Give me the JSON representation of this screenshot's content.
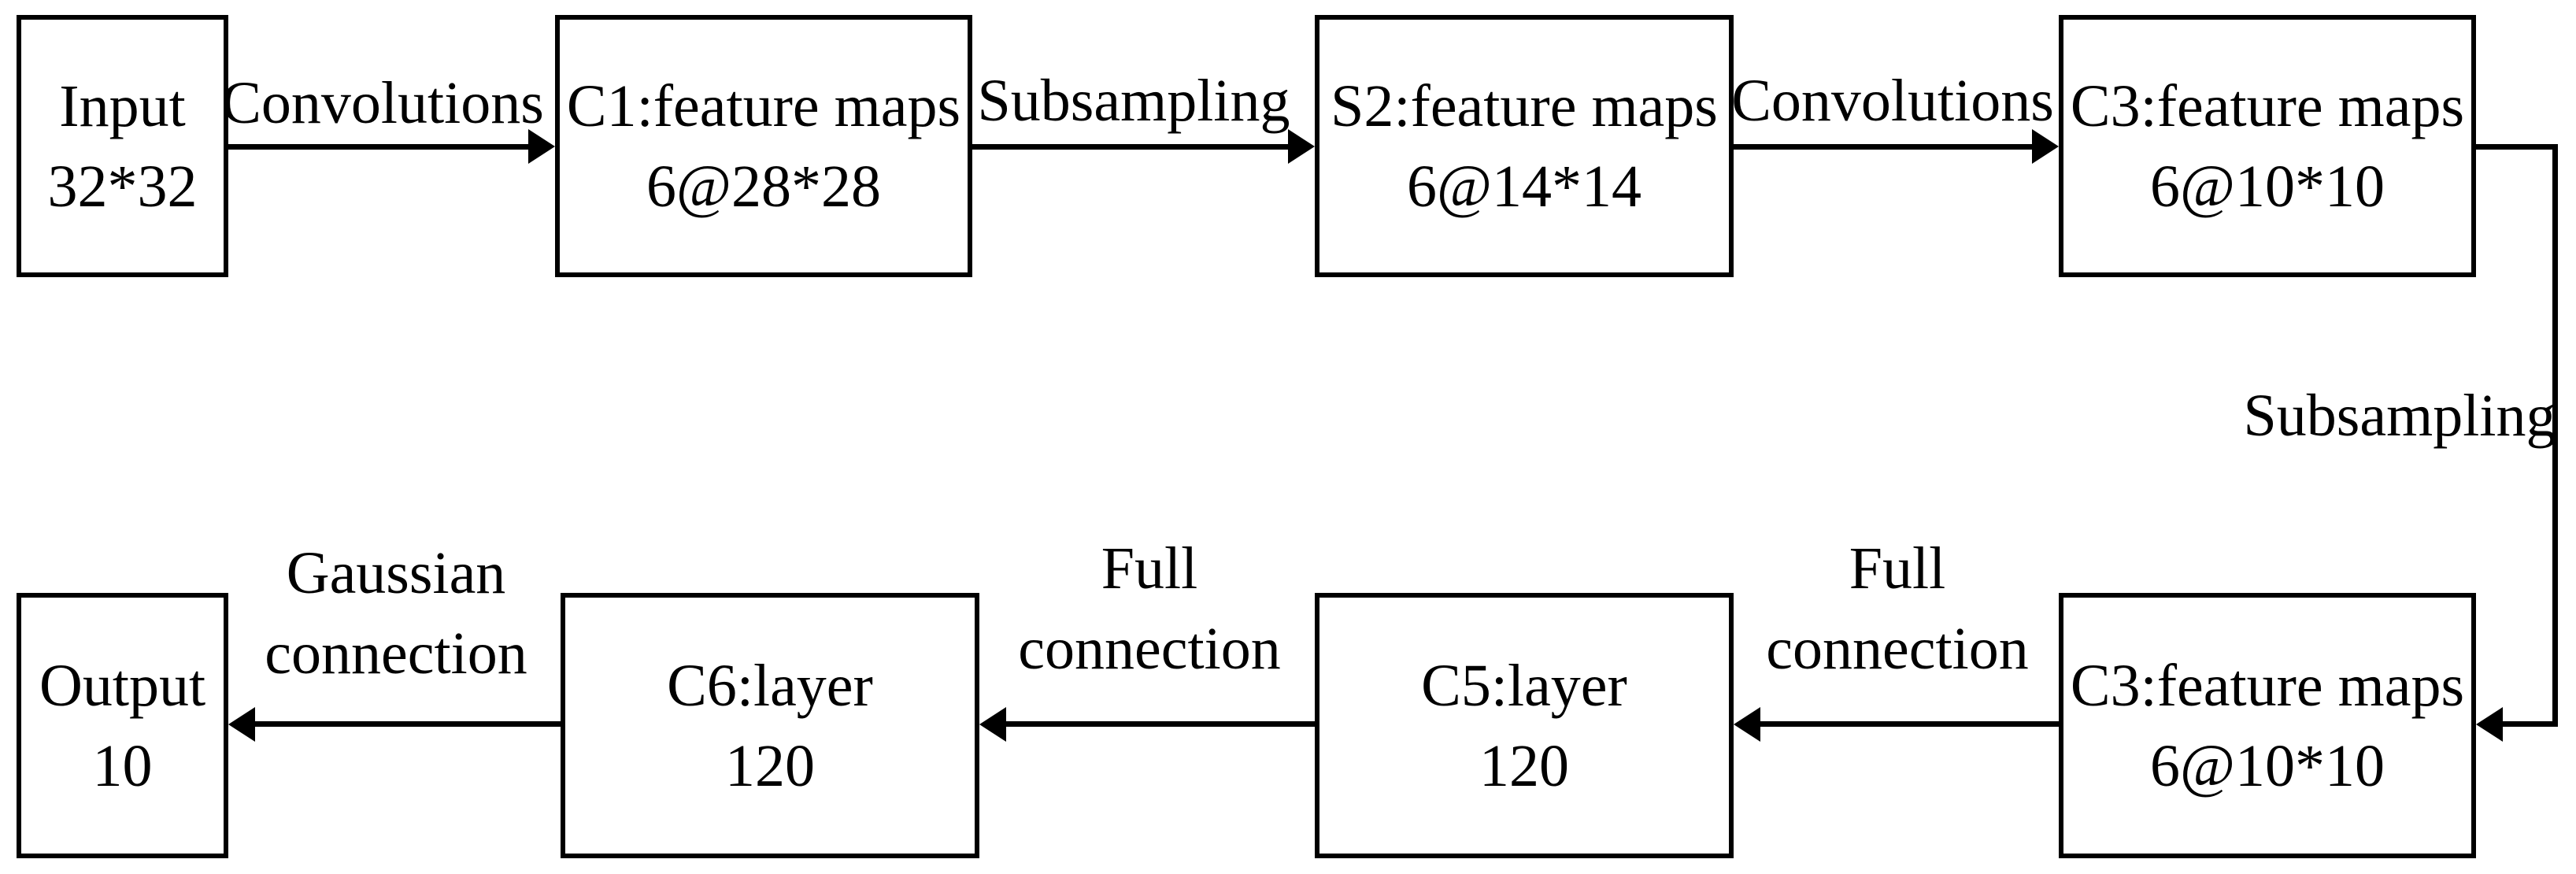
{
  "colors": {
    "ink": "#000000",
    "paper": "#ffffff"
  },
  "nodes": {
    "input": {
      "line1": "Input",
      "line2": "32*32"
    },
    "c1": {
      "line1": "C1:feature maps",
      "line2": "6@28*28"
    },
    "s2": {
      "line1": "S2:feature maps",
      "line2": "6@14*14"
    },
    "c3_top": {
      "line1": "C3:feature maps",
      "line2": "6@10*10"
    },
    "c3_bottom": {
      "line1": "C3:feature maps",
      "line2": "6@10*10"
    },
    "c5": {
      "line1": "C5:layer",
      "line2": "120"
    },
    "c6": {
      "line1": "C6:layer",
      "line2": "120"
    },
    "output": {
      "line1": "Output",
      "line2": "10"
    }
  },
  "edge_labels": {
    "convolutions_1": "Convolutions",
    "subsampling_1": "Subsampling",
    "convolutions_2": "Convolutions",
    "subsampling_2": "Subsampling",
    "full_connection_1": {
      "line1": "Full",
      "line2": "connection"
    },
    "full_connection_2": {
      "line1": "Full",
      "line2": "connection"
    },
    "gaussian_connection": {
      "line1": "Gaussian",
      "line2": "connection"
    }
  }
}
